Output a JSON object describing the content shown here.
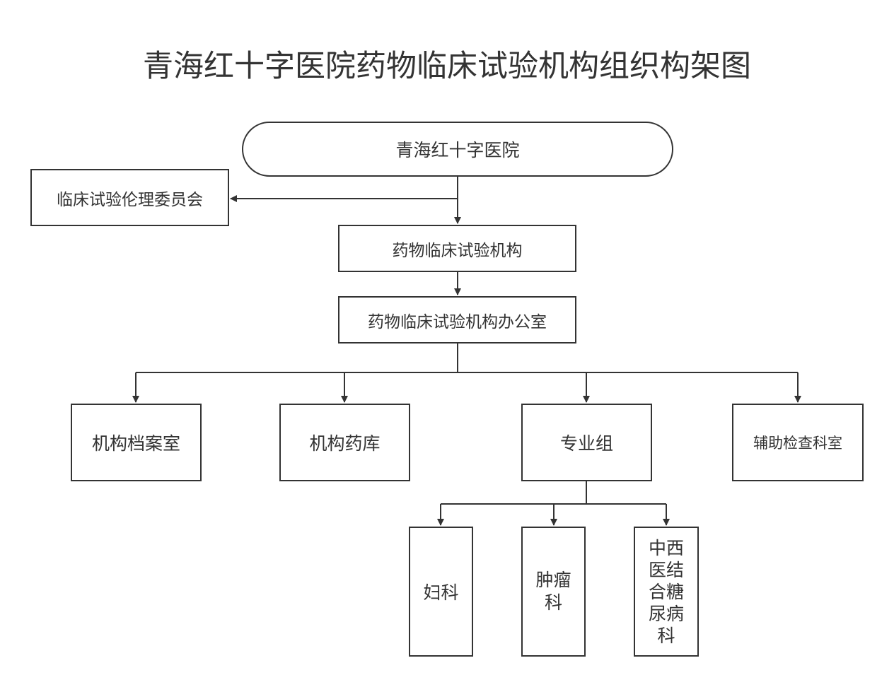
{
  "title": "青海红十字医院药物临床试验机构组织构架图",
  "nodes": {
    "root": "青海红十字医院",
    "ethics_committee": "临床试验伦理委员会",
    "institution": "药物临床试验机构",
    "office": "药物临床试验机构办公室",
    "archive_room": "机构档案室",
    "pharmacy": "机构药库",
    "specialty_groups": "专业组",
    "auxiliary_exam": "辅助检查科室",
    "gynecology": "妇科",
    "oncology": "肿瘤科",
    "tcm_diabetes": "中西医结合糖尿病科"
  },
  "colors": {
    "line": "#333333",
    "text": "#333333",
    "background": "#ffffff"
  }
}
